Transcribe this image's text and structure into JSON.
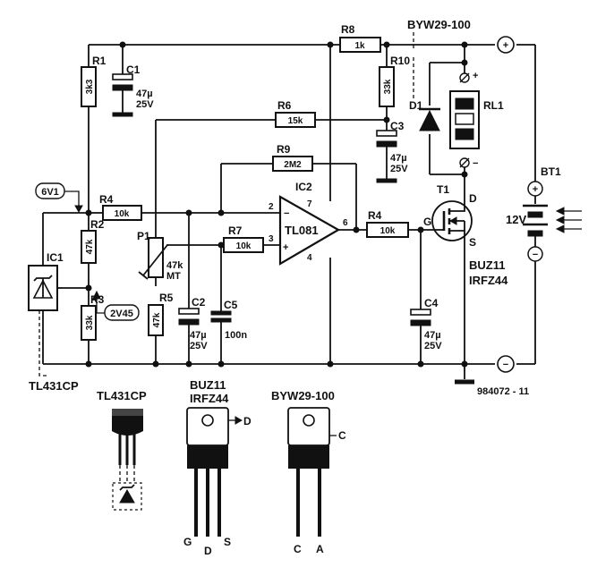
{
  "rails": {
    "plus_terminal": "+",
    "minus_terminal": "−"
  },
  "ic1": {
    "ref": "IC1",
    "part": "TL431CP"
  },
  "ic2": {
    "ref": "IC2",
    "part": "TL081",
    "pin_in_minus": "2",
    "pin_in_plus": "3",
    "pin_out": "6",
    "pin_vplus": "7",
    "pin_vminus": "4",
    "sign_minus": "−",
    "sign_plus": "+"
  },
  "voltages": {
    "v6v1": "6V1",
    "v2v45": "2V45"
  },
  "resistors": [
    {
      "ref": "R1",
      "value": "3k3"
    },
    {
      "ref": "R2",
      "value": "47k"
    },
    {
      "ref": "R3",
      "value": "33k"
    },
    {
      "ref": "R4",
      "value": "10k"
    },
    {
      "ref": "R5",
      "value": "47k"
    },
    {
      "ref": "R6",
      "value": "15k"
    },
    {
      "ref": "R7",
      "value": "10k"
    },
    {
      "ref": "R8",
      "value": "1k"
    },
    {
      "ref": "R9",
      "value": "2M2"
    },
    {
      "ref": "R10",
      "value": "33k"
    },
    {
      "ref": "R4",
      "value": "10k"
    }
  ],
  "pot": {
    "ref": "P1",
    "value_1": "47k",
    "value_2": "MT"
  },
  "capacitors": [
    {
      "ref": "C1",
      "value_1": "47µ",
      "value_2": "25V"
    },
    {
      "ref": "C2",
      "value_1": "47µ",
      "value_2": "25V"
    },
    {
      "ref": "C3",
      "value_1": "47µ",
      "value_2": "25V"
    },
    {
      "ref": "C4",
      "value_1": "47µ",
      "value_2": "25V"
    },
    {
      "ref": "C5",
      "value_1": "100n"
    }
  ],
  "diode": {
    "ref": "D1",
    "part": "BYW29-100"
  },
  "relay": {
    "ref": "RL1",
    "plus": "+",
    "minus": "−"
  },
  "mosfet": {
    "ref": "T1",
    "pin_d": "D",
    "pin_g": "G",
    "pin_s": "S",
    "part_1": "BUZ11",
    "part_2": "IRFZ44"
  },
  "battery": {
    "ref": "BT1",
    "voltage": "12V",
    "plus": "+",
    "minus": "−"
  },
  "figure_number": "984072 - 11",
  "packages": {
    "tl431": {
      "title": "TL431CP"
    },
    "buz11": {
      "title_1": "BUZ11",
      "title_2": "IRFZ44",
      "tab_label": "D",
      "pin_1": "G",
      "pin_2": "D",
      "pin_3": "S"
    },
    "byw29": {
      "title": "BYW29-100",
      "tab_label": "C",
      "pin_1": "C",
      "pin_2": "A"
    }
  }
}
